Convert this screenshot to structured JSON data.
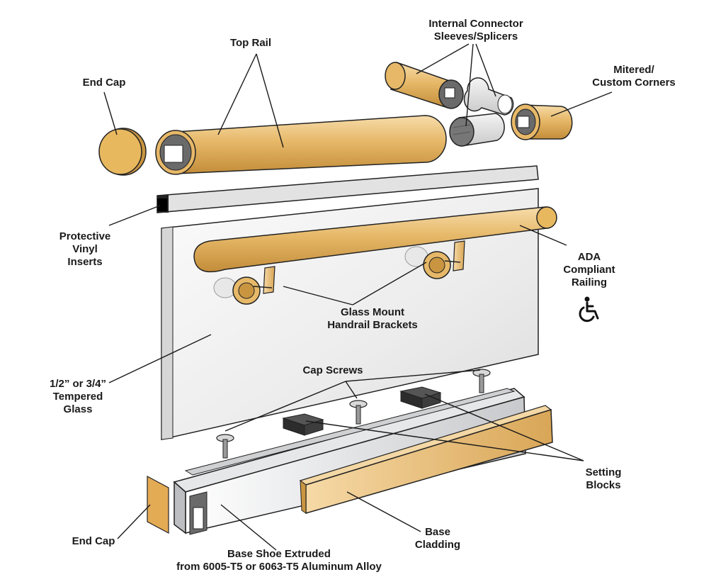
{
  "labels": {
    "end_cap_top": "End Cap",
    "top_rail": "Top Rail",
    "internal_connector": [
      "Internal Connector",
      "Sleeves/Splicers"
    ],
    "mitered_corners": [
      "Mitered/",
      "Custom Corners"
    ],
    "protective_vinyl": [
      "Protective",
      "Vinyl",
      "Inserts"
    ],
    "ada_railing": [
      "ADA",
      "Compliant",
      "Railing"
    ],
    "glass_mount": [
      "Glass Mount",
      "Handrail Brackets"
    ],
    "tempered_glass": [
      "1/2” or 3/4”",
      "Tempered",
      "Glass"
    ],
    "cap_screws": "Cap Screws",
    "setting_blocks": [
      "Setting",
      "Blocks"
    ],
    "end_cap_bottom": "End Cap",
    "base_cladding": [
      "Base",
      "Cladding"
    ],
    "base_shoe": [
      "Base Shoe Extruded",
      "from 6005-T5 or 6063-T5 Aluminum Alloy"
    ]
  },
  "icons": {
    "accessibility": "wheelchair-icon"
  },
  "colors": {
    "wood": "#e7b96a",
    "wood_dark": "#c99540",
    "glass": "#eeeeee",
    "aluminum": "#d9dadc",
    "line": "#1a1a1a"
  }
}
